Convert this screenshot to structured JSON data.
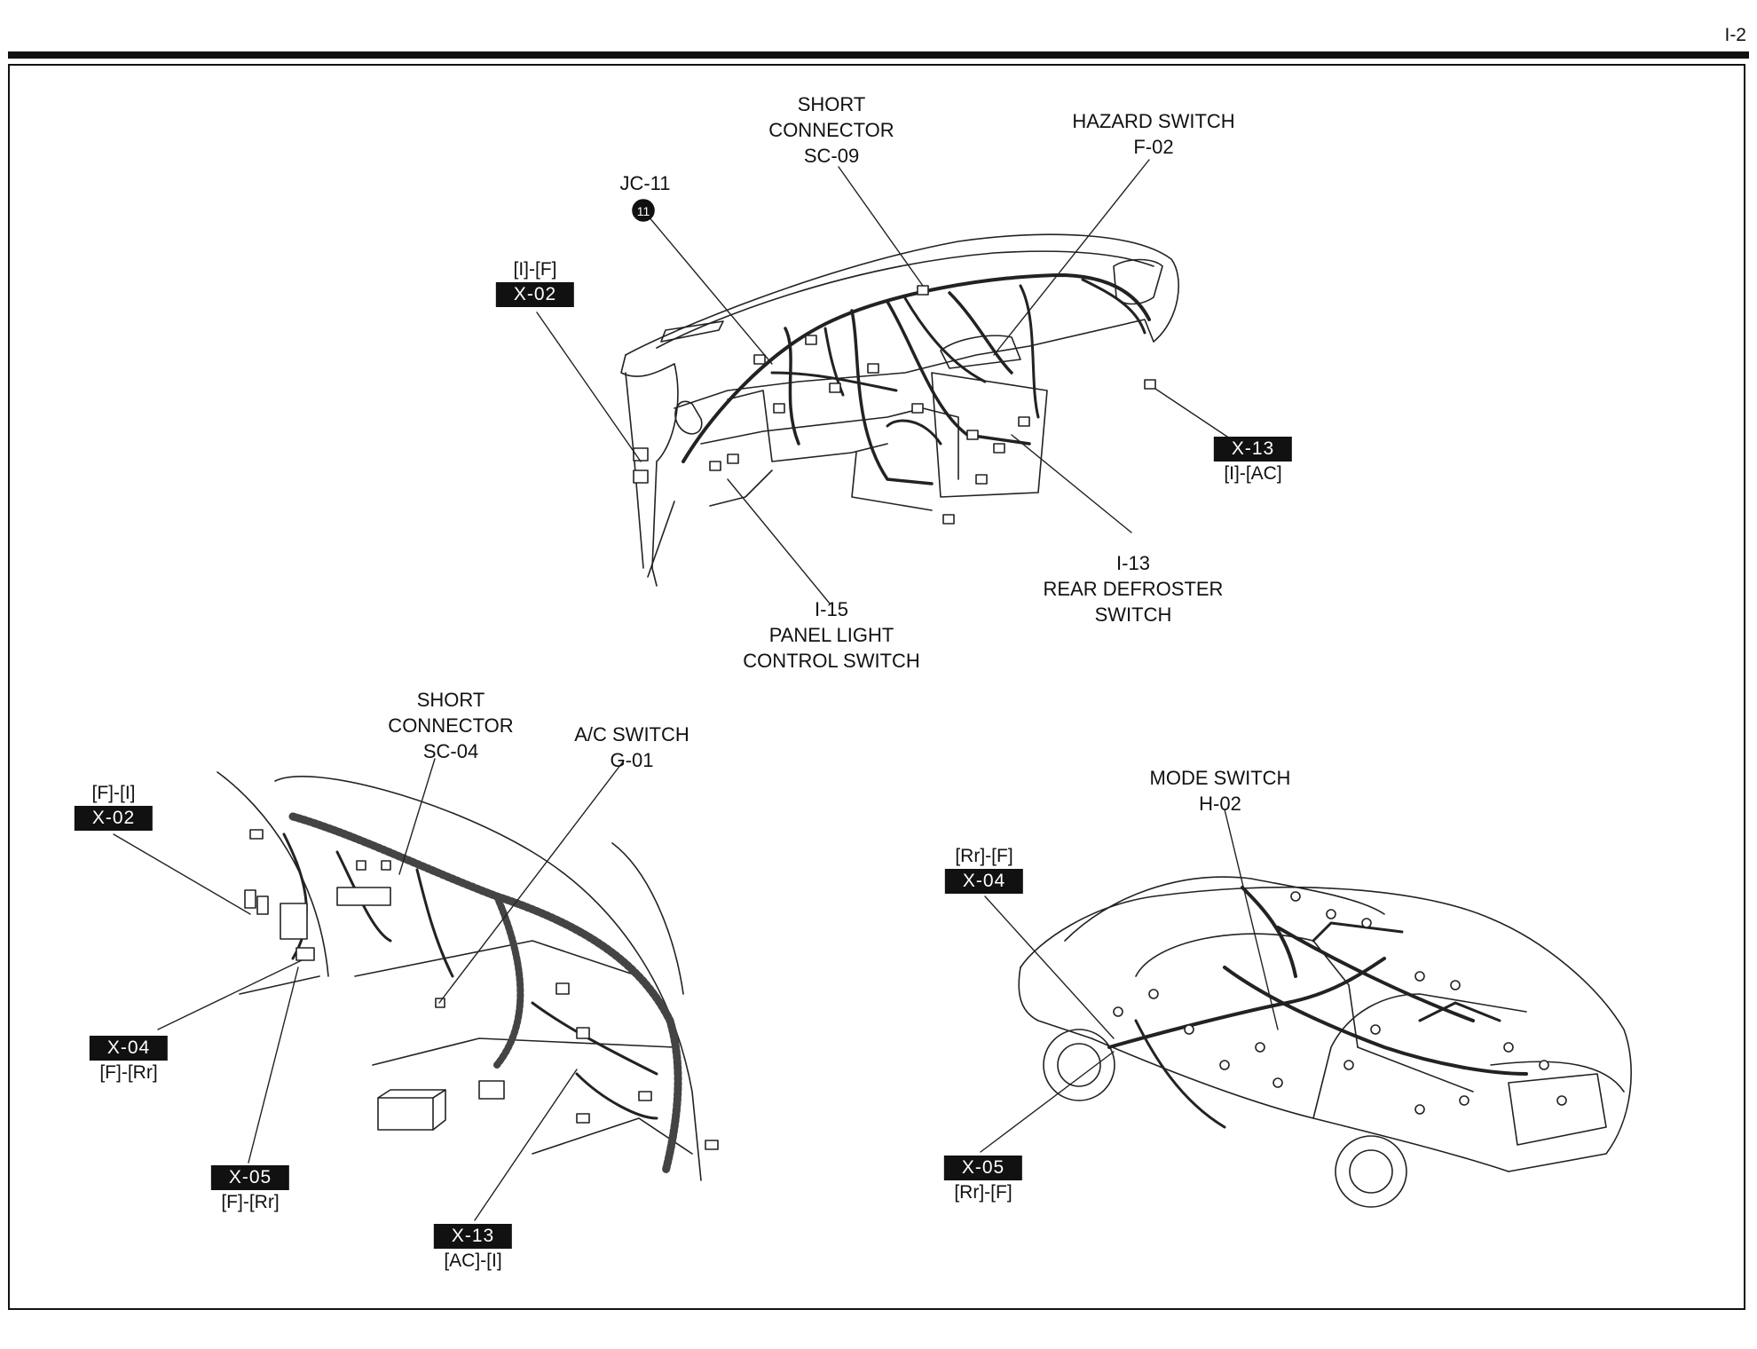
{
  "page_number": "I-2",
  "top_view": {
    "jc": {
      "label": "JC-11",
      "number": "11"
    },
    "short_connector": [
      "SHORT",
      "CONNECTOR",
      "SC-09"
    ],
    "hazard_switch": [
      "HAZARD SWITCH",
      "F-02"
    ],
    "x02": {
      "route": "[I]-[F]",
      "code": "X-02"
    },
    "x13": {
      "code": "X-13",
      "route": "[I]-[AC]"
    },
    "rear_defroster": [
      "I-13",
      "REAR DEFROSTER",
      "SWITCH"
    ],
    "panel_light": [
      "I-15",
      "PANEL LIGHT",
      "CONTROL SWITCH"
    ]
  },
  "bottom_left_view": {
    "short_connector": [
      "SHORT",
      "CONNECTOR",
      "SC-04"
    ],
    "ac_switch": [
      "A/C SWITCH",
      "G-01"
    ],
    "x02": {
      "route": "[F]-[I]",
      "code": "X-02"
    },
    "x04": {
      "code": "X-04",
      "route": "[F]-[Rr]"
    },
    "x05": {
      "code": "X-05",
      "route": "[F]-[Rr]"
    },
    "x13": {
      "code": "X-13",
      "route": "[AC]-[I]"
    }
  },
  "bottom_right_view": {
    "mode_switch": [
      "MODE SWITCH",
      "H-02"
    ],
    "x04": {
      "route": "[Rr]-[F]",
      "code": "X-04"
    },
    "x05": {
      "code": "X-05",
      "route": "[Rr]-[F]"
    }
  }
}
